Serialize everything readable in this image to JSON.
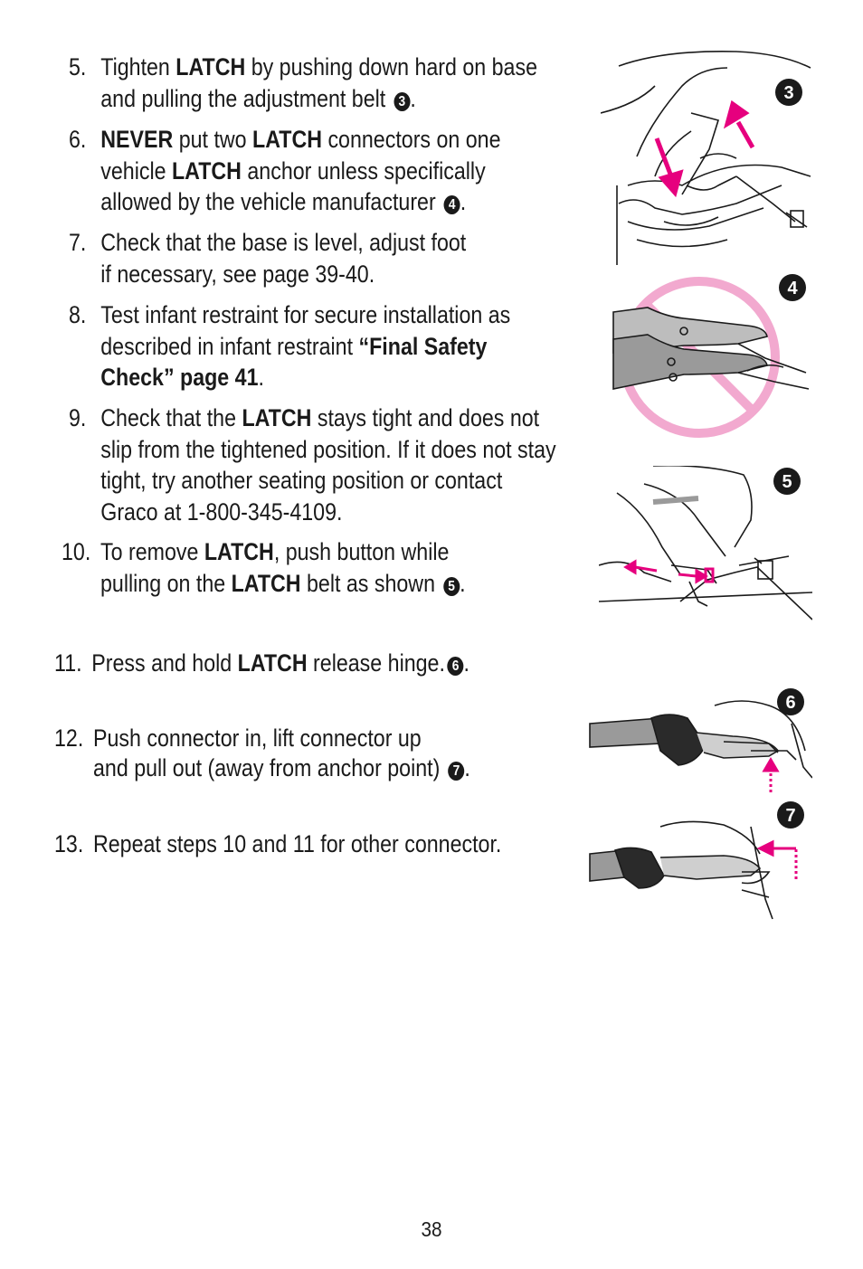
{
  "steps": [
    {
      "num": "5.",
      "lines": [
        [
          {
            "t": "Tighten "
          },
          {
            "t": "LATCH",
            "b": true
          },
          {
            "t": " by pushing down hard on base"
          }
        ],
        [
          {
            "t": "and pulling the adjustment belt "
          },
          {
            "c": "3"
          },
          {
            "t": "."
          }
        ]
      ]
    },
    {
      "num": "6.",
      "lines": [
        [
          {
            "t": "NEVER",
            "b": true
          },
          {
            "t": " put two "
          },
          {
            "t": "LATCH",
            "b": true
          },
          {
            "t": " connectors on one"
          }
        ],
        [
          {
            "t": "vehicle "
          },
          {
            "t": "LATCH",
            "b": true
          },
          {
            "t": " anchor unless specifically"
          }
        ],
        [
          {
            "t": "allowed by the vehicle manufacturer "
          },
          {
            "c": "4"
          },
          {
            "t": "."
          }
        ]
      ]
    },
    {
      "num": "7.",
      "lines": [
        [
          {
            "t": "Check that the base is level, adjust foot"
          }
        ],
        [
          {
            "t": "if necessary, see page 39-40."
          }
        ]
      ]
    },
    {
      "num": "8.",
      "lines": [
        [
          {
            "t": "Test infant restraint for secure installation as"
          }
        ],
        [
          {
            "t": "described in infant restraint "
          },
          {
            "t": "“Final Safety",
            "b": true
          }
        ],
        [
          {
            "t": "Check” page 41",
            "b": true
          },
          {
            "t": "."
          }
        ]
      ]
    },
    {
      "num": "9.",
      "lines": [
        [
          {
            "t": "Check that the "
          },
          {
            "t": "LATCH",
            "b": true
          },
          {
            "t": " stays tight and does not"
          }
        ],
        [
          {
            "t": "slip from the tightened position. If it does not stay"
          }
        ],
        [
          {
            "t": "tight, try another seating position or contact"
          }
        ],
        [
          {
            "t": "Graco at 1-800-345-4109."
          }
        ]
      ]
    },
    {
      "num": "10.",
      "lines": [
        [
          {
            "t": "To remove "
          },
          {
            "t": "LATCH",
            "b": true
          },
          {
            "t": ", push button while"
          }
        ],
        [
          {
            "t": "pulling on the "
          },
          {
            "t": "LATCH",
            "b": true
          },
          {
            "t": " belt as shown "
          },
          {
            "c": "5"
          },
          {
            "t": "."
          }
        ]
      ]
    },
    {
      "num": "11.",
      "lines": [
        [
          {
            "t": "Press and hold "
          },
          {
            "t": "LATCH",
            "b": true
          },
          {
            "t": " release hinge."
          },
          {
            "c": "6"
          },
          {
            "t": "."
          }
        ]
      ]
    },
    {
      "num": "12.",
      "lines": [
        [
          {
            "t": "Push connector in, lift connector up"
          }
        ],
        [
          {
            "t": "and pull out (away from anchor point) "
          },
          {
            "c": "7"
          },
          {
            "t": "."
          }
        ]
      ]
    },
    {
      "num": "13.",
      "lines": [
        [
          {
            "t": "Repeat steps 10 and 11 for other connector."
          }
        ]
      ]
    }
  ],
  "figures": {
    "fig3": {
      "label": "3"
    },
    "fig4": {
      "label": "4"
    },
    "fig5": {
      "label": "5"
    },
    "fig6": {
      "label": "6"
    },
    "fig7": {
      "label": "7"
    }
  },
  "colors": {
    "accent": "#e6007e",
    "prohibit": "#f2a9cf",
    "ink": "#1a1a1a"
  },
  "page_number": "38"
}
